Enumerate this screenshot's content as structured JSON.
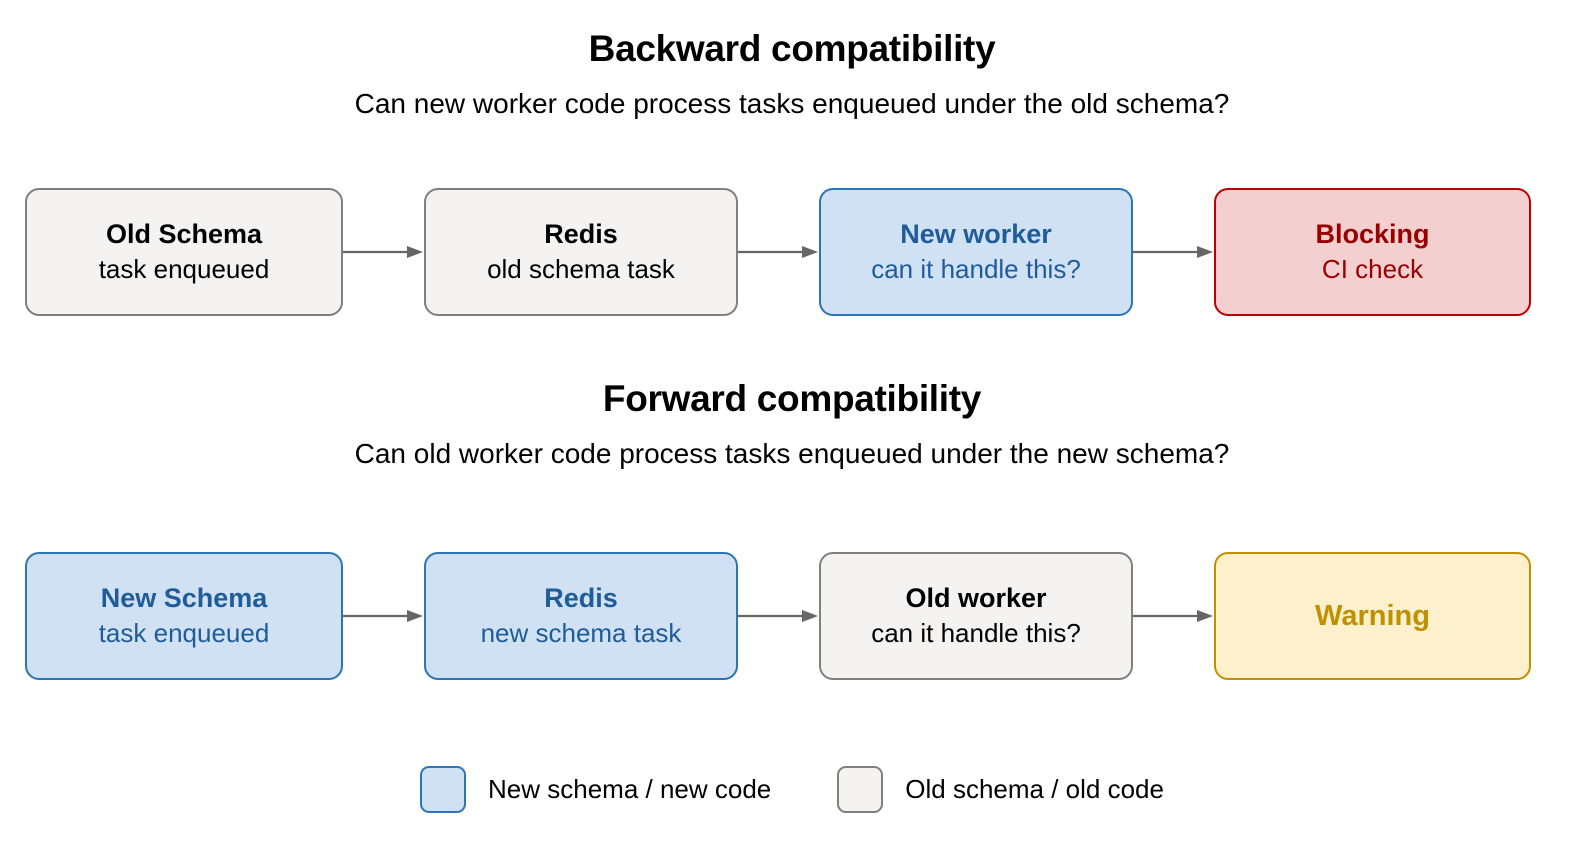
{
  "diagram": {
    "background": "#ffffff",
    "sections": [
      {
        "id": "backward",
        "title": "Backward compatibility",
        "subtitle": "Can new worker code process tasks enqueued under the old schema?",
        "nodes": [
          {
            "title": "Old Schema",
            "subtitle": "task enqueued",
            "style": "gray"
          },
          {
            "title": "Redis",
            "subtitle": "old schema task",
            "style": "gray"
          },
          {
            "title": "New worker",
            "subtitle": "can it handle this?",
            "style": "blue"
          },
          {
            "title": "Blocking",
            "subtitle": "CI check",
            "style": "red"
          }
        ]
      },
      {
        "id": "forward",
        "title": "Forward compatibility",
        "subtitle": "Can old worker code process tasks enqueued under the new schema?",
        "nodes": [
          {
            "title": "New Schema",
            "subtitle": "task enqueued",
            "style": "blue"
          },
          {
            "title": "Redis",
            "subtitle": "new schema task",
            "style": "blue"
          },
          {
            "title": "Old worker",
            "subtitle": "can it handle this?",
            "style": "gray"
          },
          {
            "title": "Warning",
            "subtitle": "",
            "style": "yellow"
          }
        ]
      }
    ],
    "legend": [
      {
        "label": "New schema / new code",
        "style": "blue"
      },
      {
        "label": "Old schema / old code",
        "style": "gray"
      }
    ],
    "colors": {
      "gray_fill": "#f4f3f1",
      "gray_border": "#7f7f7f",
      "blue_fill": "#cfe1f3",
      "blue_border": "#2e75b6",
      "blue_text": "#1f5c99",
      "red_fill": "#f3cfcf",
      "red_border": "#c00000",
      "red_text": "#9a0000",
      "yellow_fill": "#fdf0cd",
      "yellow_border": "#bf9000",
      "yellow_text": "#bf9000",
      "arrow": "#666666",
      "text": "#000000"
    }
  }
}
